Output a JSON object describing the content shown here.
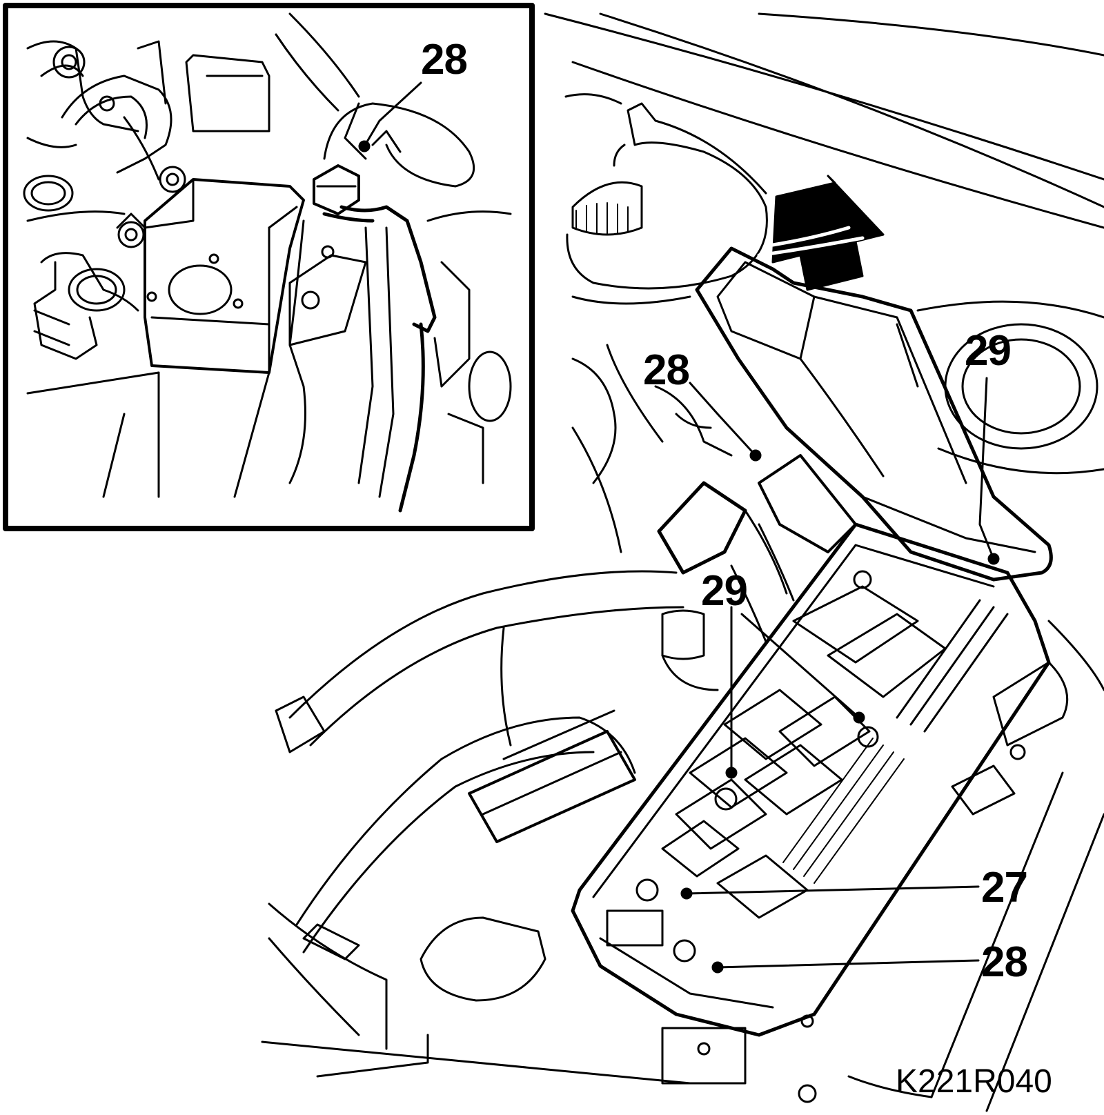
{
  "callouts": {
    "inset_28": "28",
    "main_28_upper": "28",
    "main_29_right": "29",
    "main_29_center": "29",
    "main_27": "27",
    "main_28_lower": "28"
  },
  "reference_code": "K221R040",
  "colors": {
    "ink": "#000000",
    "paper": "#ffffff"
  }
}
